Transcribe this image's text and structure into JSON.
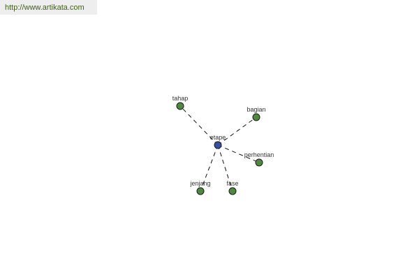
{
  "source_url": "http://www.artikata.com",
  "colors": {
    "center_node": "#3a4fa0",
    "leaf_node": "#4e8a3c",
    "node_stroke": "#1b1b1b",
    "edge": "#111111",
    "banner_bg": "#eeeeee",
    "banner_text": "#3e5f16"
  },
  "graph": {
    "center": {
      "label": "etape"
    },
    "leaves": [
      {
        "label": "tahap"
      },
      {
        "label": "bagian"
      },
      {
        "label": "perhentian"
      },
      {
        "label": "fase"
      },
      {
        "label": "jenjang"
      }
    ]
  }
}
